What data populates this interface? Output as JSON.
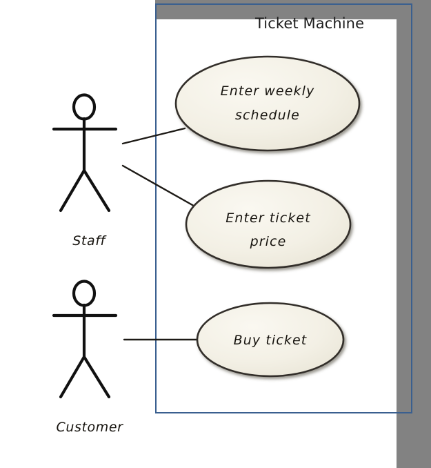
{
  "diagram": {
    "type": "uml-use-case-diagram",
    "system": {
      "title": "Ticket Machine",
      "border_color": "#3a5f8f"
    },
    "canvas": {
      "background": "#ffffff",
      "surround_color": "#828282"
    },
    "actors": [
      {
        "id": "staff",
        "label": "Staff"
      },
      {
        "id": "customer",
        "label": "Customer"
      }
    ],
    "use_cases": [
      {
        "id": "enter-weekly-schedule",
        "line1": "Enter weekly",
        "line2": "schedule",
        "fill": "#f2efe4",
        "stroke": "#3a3630"
      },
      {
        "id": "enter-ticket-price",
        "line1": "Enter ticket",
        "line2": "price",
        "fill": "#f2efe4",
        "stroke": "#3a3630"
      },
      {
        "id": "buy-ticket",
        "line1": "Buy ticket",
        "line2": "",
        "fill": "#f2efe4",
        "stroke": "#3a3630"
      }
    ],
    "associations": [
      {
        "from": "staff",
        "to": "enter-weekly-schedule"
      },
      {
        "from": "staff",
        "to": "enter-ticket-price"
      },
      {
        "from": "customer",
        "to": "buy-ticket"
      }
    ]
  }
}
